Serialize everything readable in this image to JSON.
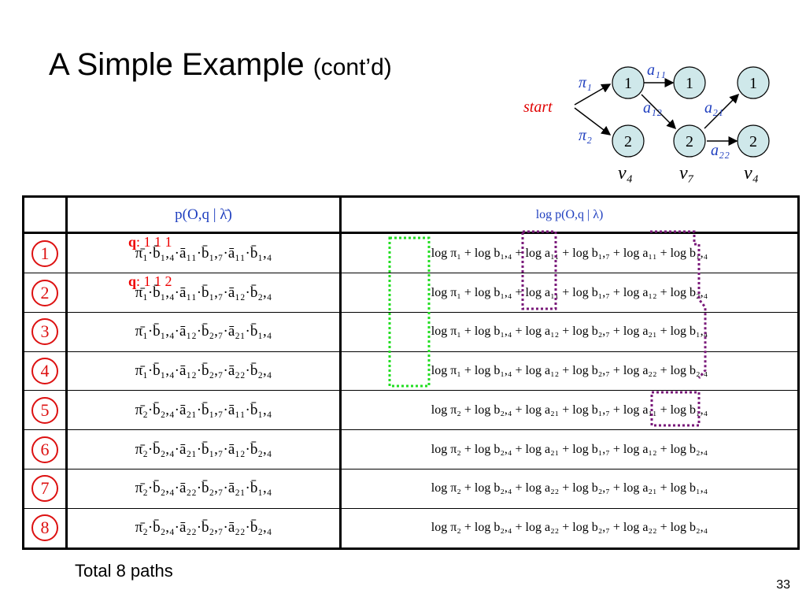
{
  "title": {
    "main": "A Simple Example",
    "sub": "(cont’d)"
  },
  "trellis": {
    "start": "start",
    "pi1": "π₁",
    "pi2": "π₂",
    "a11": "a₁₁",
    "a12": "a₁₂",
    "a21": "a₂₁",
    "a22": "a₂₂",
    "nodes": [
      "1",
      "1",
      "1",
      "2",
      "2",
      "2"
    ],
    "obs": [
      "v₄",
      "v₇",
      "v₄"
    ]
  },
  "table": {
    "header_prod": "p(O,q | λ̄)",
    "header_log": "log p(O,q | λ)",
    "rows": [
      {
        "num": "1",
        "prod": "π̄₁·b̄₁,₄·ā₁₁·b̄₁,₇·ā₁₁·b̄₁,₄",
        "log": "log π₁ + log b₁,₄ + log a₁₁ + log b₁,₇ + log a₁₁ + log b₁,₄"
      },
      {
        "num": "2",
        "prod": "π̄₁·b̄₁,₄·ā₁₁·b̄₁,₇·ā₁₂·b̄₂,₄",
        "log": "log π₁ + log b₁,₄ + log a₁₁ + log b₁,₇ + log a₁₂ + log b₂,₄"
      },
      {
        "num": "3",
        "prod": "π̄₁·b̄₁,₄·ā₁₂·b̄₂,₇·ā₂₁·b̄₁,₄",
        "log": "log π₁ + log b₁,₄ + log a₁₂ + log b₂,₇ + log a₂₁ + log b₁,₄"
      },
      {
        "num": "4",
        "prod": "π̄₁·b̄₁,₄·ā₁₂·b̄₂,₇·ā₂₂·b̄₂,₄",
        "log": "log π₁ + log b₁,₄ + log a₁₂ + log b₂,₇ + log a₂₂ + log b₂,₄"
      },
      {
        "num": "5",
        "prod": "π̄₂·b̄₂,₄·ā₂₁·b̄₁,₇·ā₁₁·b̄₁,₄",
        "log": "log π₂ + log b₂,₄ + log a₂₁ + log b₁,₇ + log a₁₁ + log b₁,₄"
      },
      {
        "num": "6",
        "prod": "π̄₂·b̄₂,₄·ā₂₁·b̄₁,₇·ā₁₂·b̄₂,₄",
        "log": "log π₂ + log b₂,₄ + log a₂₁ + log b₁,₇ + log a₁₂ + log b₂,₄"
      },
      {
        "num": "7",
        "prod": "π̄₂·b̄₂,₄·ā₂₂·b̄₂,₇·ā₂₁·b̄₁,₄",
        "log": "log π₂ + log b₂,₄ + log a₂₂ + log b₂,₇ + log a₂₁ + log b₁,₄"
      },
      {
        "num": "8",
        "prod": "π̄₂·b̄₂,₄·ā₂₂·b̄₂,₇·ā₂₂·b̄₂,₄",
        "log": "log π₂ + log b₂,₄ + log a₂₂ + log b₂,₇ + log a₂₂ + log b₂,₄"
      }
    ]
  },
  "annotations": {
    "q_label": "q",
    "q1": ": 1 1 1",
    "q2": ": 1 1 2"
  },
  "footer": {
    "total": "Total 8 paths",
    "page": "33"
  },
  "colors": {
    "node_fill": "#cfe8ea",
    "blue": "#1f3fbf",
    "red": "#e00000",
    "green_box": "#22dd22",
    "purple_box": "#7a1a7a"
  }
}
